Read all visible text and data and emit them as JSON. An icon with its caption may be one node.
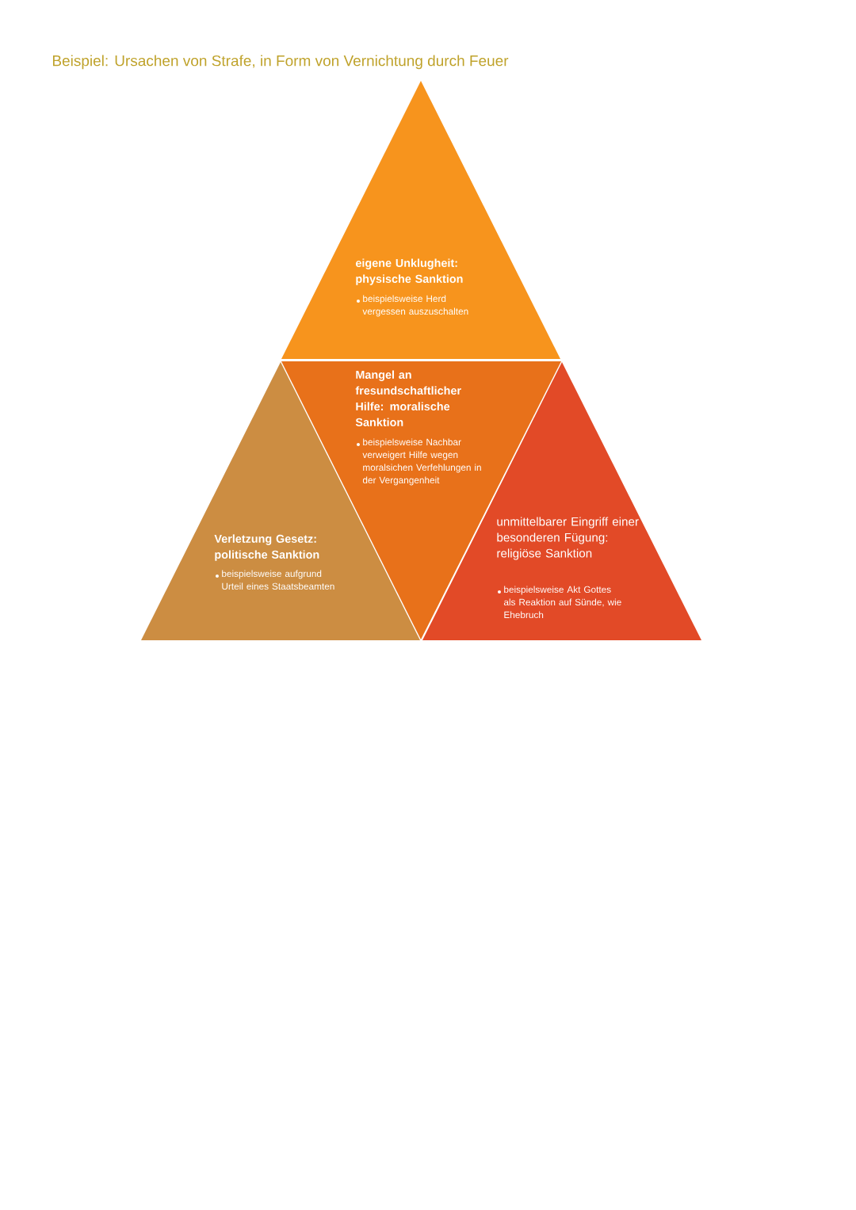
{
  "diagram": {
    "title": "Beispiel: Ursachen von Strafe, in Form von Vernichtung durch Feuer",
    "nodes": [
      {
        "text": [
          "eigene Unklugheit: physische Sanktion",
          "beispielsweise Herd vergessen auszuschalten"
        ]
      },
      {
        "text": [
          "Mangel an fresundschaftlicher Hilfe: moralische Sanktion",
          "beispielsweise Nachbar verweigert Hilfe wegen moralsichen Verfehlungen in der Vergangenheit"
        ]
      },
      {
        "text": [
          "Verletzung Gesetz: politische Sanktion",
          "beispielsweise aufgrund Urteil eines Staatsbeamten"
        ]
      },
      {
        "text": [
          "unmittelbarer Eingriff einer besonderen Fügung: religiöse Sanktion",
          "beispielsweise Akt Gottes als Reaktion auf Sünde, wie Ehebruch"
        ]
      }
    ]
  }
}
